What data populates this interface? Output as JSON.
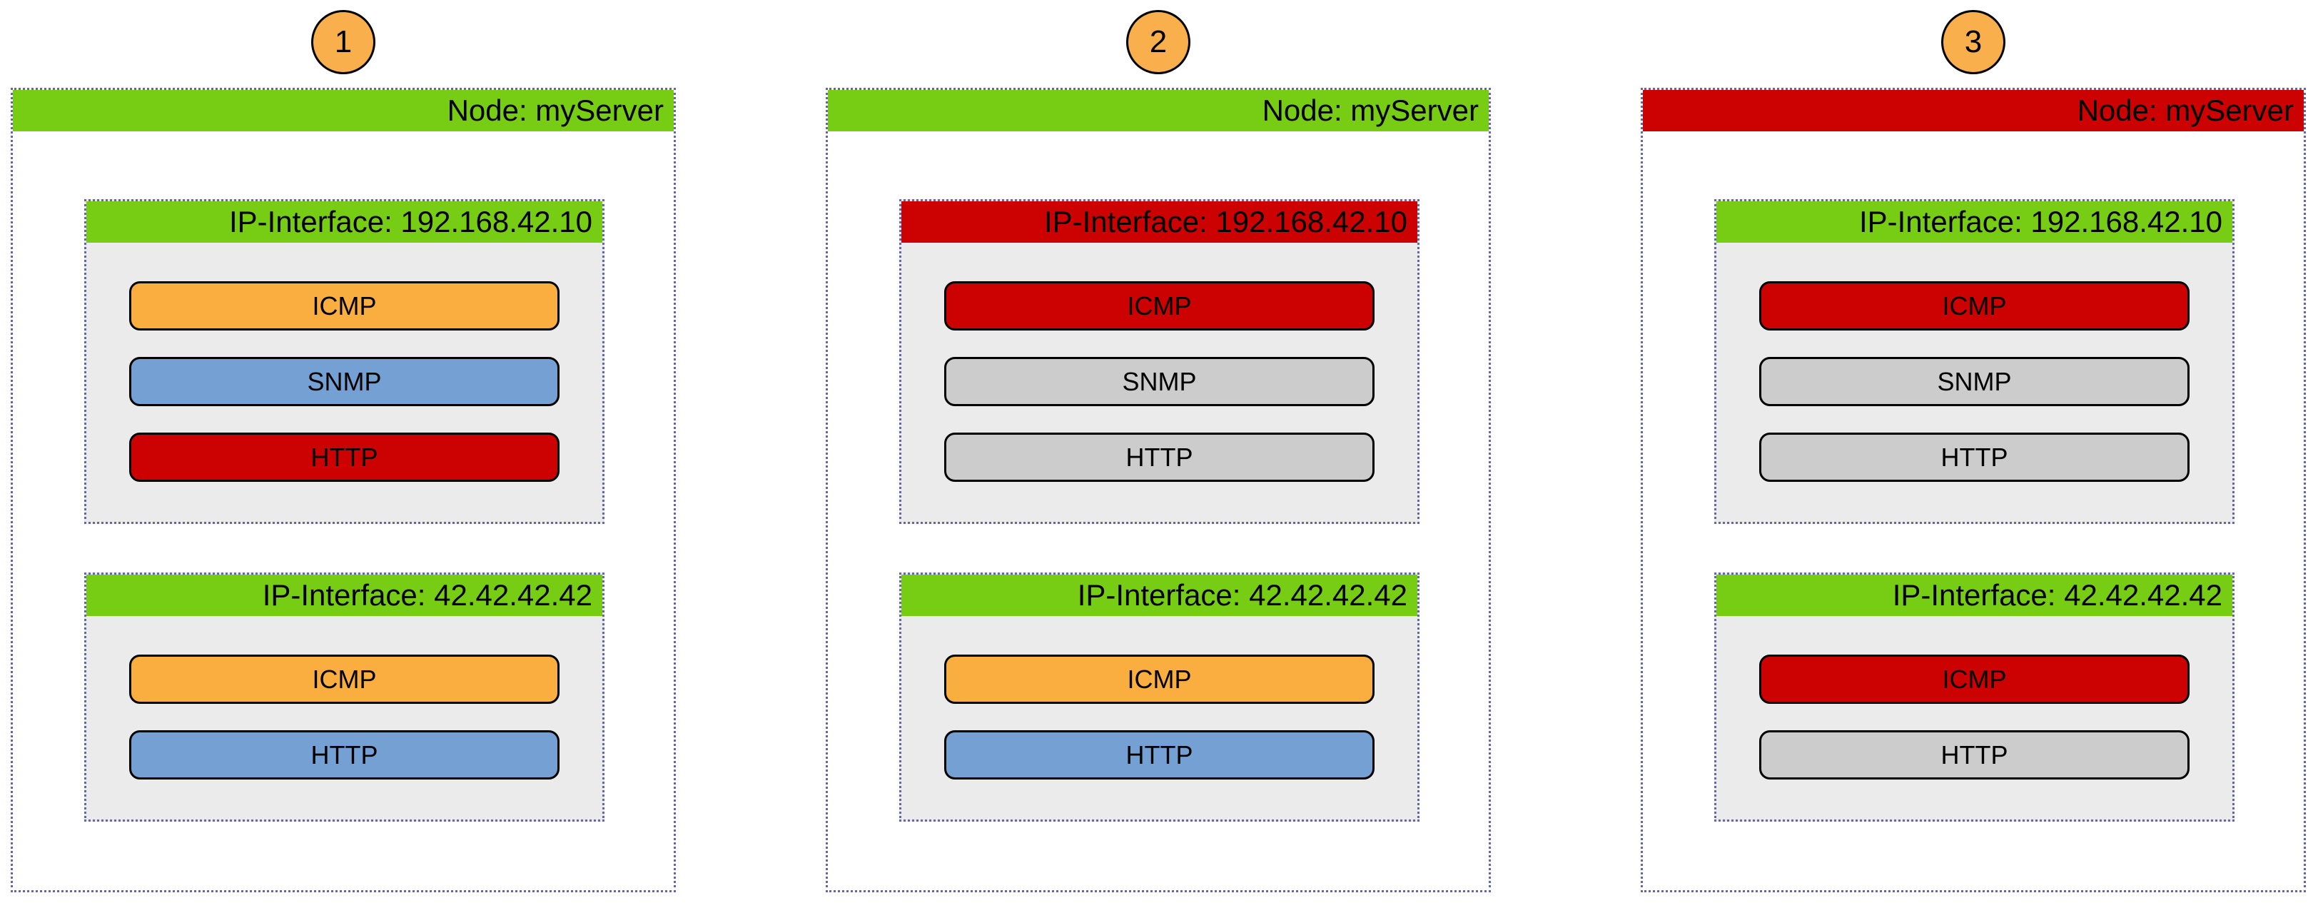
{
  "diagram": {
    "badge_color": "#F9AF4B",
    "status_colors": {
      "normal_header": "#77CC14",
      "down_header": "#CC0202",
      "service_normal_icmp": "#FAAE40",
      "service_normal_other": "#74A0D3",
      "service_down": "#CC0202",
      "service_unknown": "#CCCCCC"
    },
    "columns": [
      {
        "step": "1",
        "node": {
          "label": "Node: myServer",
          "header_color": "#77CC14",
          "interfaces": [
            {
              "label": "IP-Interface: 192.168.42.10",
              "header_color": "#77CC14",
              "services": [
                {
                  "label": "ICMP",
                  "color": "#FAAE40"
                },
                {
                  "label": "SNMP",
                  "color": "#74A0D3"
                },
                {
                  "label": "HTTP",
                  "color": "#CC0202"
                }
              ]
            },
            {
              "label": "IP-Interface: 42.42.42.42",
              "header_color": "#77CC14",
              "services": [
                {
                  "label": "ICMP",
                  "color": "#FAAE40"
                },
                {
                  "label": "HTTP",
                  "color": "#74A0D3"
                }
              ]
            }
          ]
        }
      },
      {
        "step": "2",
        "node": {
          "label": "Node: myServer",
          "header_color": "#77CC14",
          "interfaces": [
            {
              "label": "IP-Interface: 192.168.42.10",
              "header_color": "#CC0202",
              "services": [
                {
                  "label": "ICMP",
                  "color": "#CC0202"
                },
                {
                  "label": "SNMP",
                  "color": "#CCCCCC"
                },
                {
                  "label": "HTTP",
                  "color": "#CCCCCC"
                }
              ]
            },
            {
              "label": "IP-Interface: 42.42.42.42",
              "header_color": "#77CC14",
              "services": [
                {
                  "label": "ICMP",
                  "color": "#FAAE40"
                },
                {
                  "label": "HTTP",
                  "color": "#74A0D3"
                }
              ]
            }
          ]
        }
      },
      {
        "step": "3",
        "node": {
          "label": "Node: myServer",
          "header_color": "#CC0202",
          "interfaces": [
            {
              "label": "IP-Interface: 192.168.42.10",
              "header_color": "#77CC14",
              "services": [
                {
                  "label": "ICMP",
                  "color": "#CC0202"
                },
                {
                  "label": "SNMP",
                  "color": "#CCCCCC"
                },
                {
                  "label": "HTTP",
                  "color": "#CCCCCC"
                }
              ]
            },
            {
              "label": "IP-Interface: 42.42.42.42",
              "header_color": "#77CC14",
              "services": [
                {
                  "label": "ICMP",
                  "color": "#CC0202"
                },
                {
                  "label": "HTTP",
                  "color": "#CCCCCC"
                }
              ]
            }
          ]
        }
      }
    ]
  }
}
